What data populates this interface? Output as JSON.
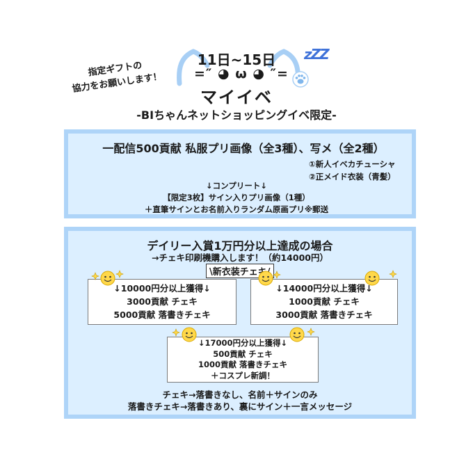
{
  "header": {
    "gift_note_line1": "指定ギフトの",
    "gift_note_line2": "協力をお願いします！",
    "dates": "11日~15日",
    "face": "=″ ◕ ω ◕ ″=",
    "zzz": "zZZ",
    "title": "マイイベ",
    "subtitle": "-BIちゃんネットショッピングイベ限定-"
  },
  "section1": {
    "heading": "一配信500貢献 私服プリ画像（全3種）、写メ（全2種）",
    "item1": "①新人イベカチューシャ",
    "item2": "②正メイド衣装（青髪）",
    "complete": "↓コンプリート↓",
    "reward1": "【限定3枚】サイン入りプリ画像（1種）",
    "reward2": "＋直筆サインとお名前入りランダム原画プリ※郵送"
  },
  "section2": {
    "heading": "デイリー入賞1万円分以上達成の場合",
    "subheading": "→チェキ印刷機購入します！（約14000円）",
    "badge": "\\新衣装チェキ/",
    "tier1": {
      "line1": "↓10000円分以上獲得↓",
      "line2": "3000貢献 チェキ",
      "line3": "5000貢献 落書きチェキ"
    },
    "tier2": {
      "line1": "↓14000円分以上獲得↓",
      "line2": "1000貢献 チェキ",
      "line3": "3000貢献 落書きチェキ"
    },
    "tier3": {
      "line1": "↓17000円分以上獲得↓",
      "line2": "500貢献 チェキ",
      "line3": "1000貢献 落書きチェキ",
      "line4": "＋コスプレ新調！"
    },
    "note1": "チェキ→落書きなし、名前＋サインのみ",
    "note2": "落書きチェキ→落書きあり、裏にサイン＋一言メッセージ"
  },
  "colors": {
    "box_fill": "#dcefff",
    "box_border": "#aed4f8",
    "cat_ear": "#a8cff5",
    "zzz": "#3f72d9",
    "smiley": "#ffd84a"
  },
  "icons": [
    "cat-ears-icon",
    "paw-icon",
    "smiley-icon",
    "sparkle-icon"
  ]
}
